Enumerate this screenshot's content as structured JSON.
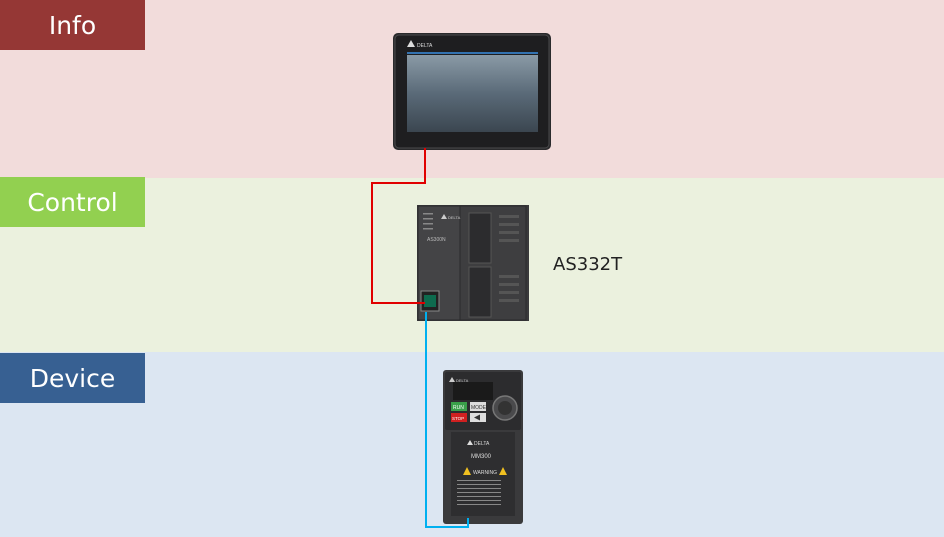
{
  "layers": {
    "info": {
      "label": "Info",
      "color": "#953735"
    },
    "control": {
      "label": "Control",
      "color": "#92d050"
    },
    "device": {
      "label": "Device",
      "color": "#376092"
    }
  },
  "devices": {
    "hmi": {
      "brand": "DELTA"
    },
    "plc": {
      "brand": "DELTA",
      "model": "AS332T",
      "face_text": "AS300N"
    },
    "drive": {
      "brand": "DELTA",
      "model": "MM300",
      "warning": "WARNING",
      "key_mode": "MODE",
      "key_run": "RUN",
      "key_stop": "STOP"
    }
  },
  "connections": [
    {
      "from": "hmi",
      "to": "plc",
      "color": "#e00000"
    },
    {
      "from": "plc",
      "to": "drive",
      "color": "#00b0f0"
    }
  ]
}
